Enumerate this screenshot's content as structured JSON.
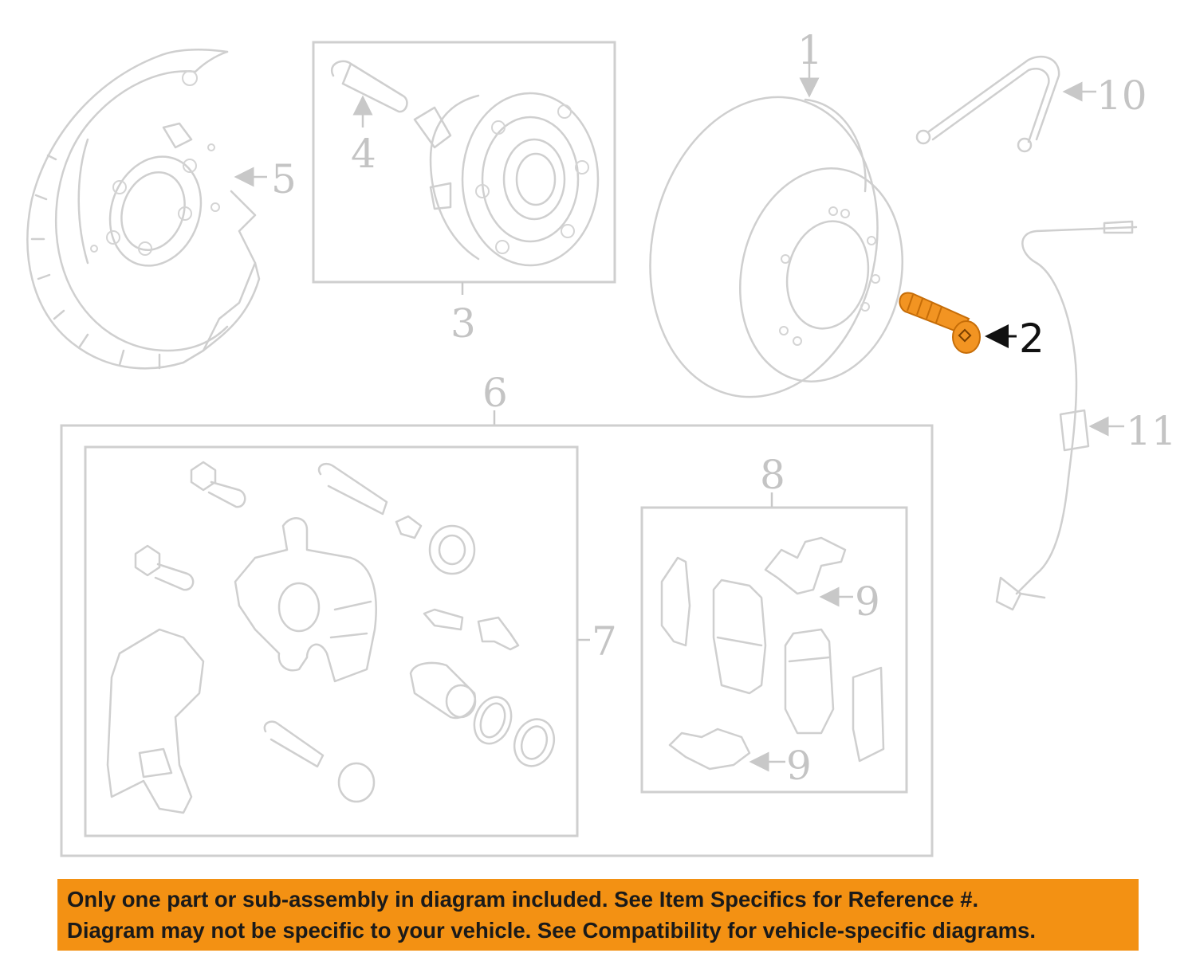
{
  "callouts": {
    "c1": "1",
    "c2": "2",
    "c3": "3",
    "c4": "4",
    "c5": "5",
    "c6": "6",
    "c7": "7",
    "c8": "8",
    "c9a": "9",
    "c9b": "9",
    "c10": "10",
    "c11": "11"
  },
  "highlighted_part": "2",
  "colors": {
    "highlight": "#f29422",
    "banner": "#f39113",
    "part_lines": "#cfcfcf"
  },
  "disclaimer": {
    "line1": "Only one part or sub-assembly in diagram included. See Item Specifics for Reference #.",
    "line2": "Diagram may not be specific to your vehicle. See Compatibility for vehicle-specific diagrams."
  }
}
